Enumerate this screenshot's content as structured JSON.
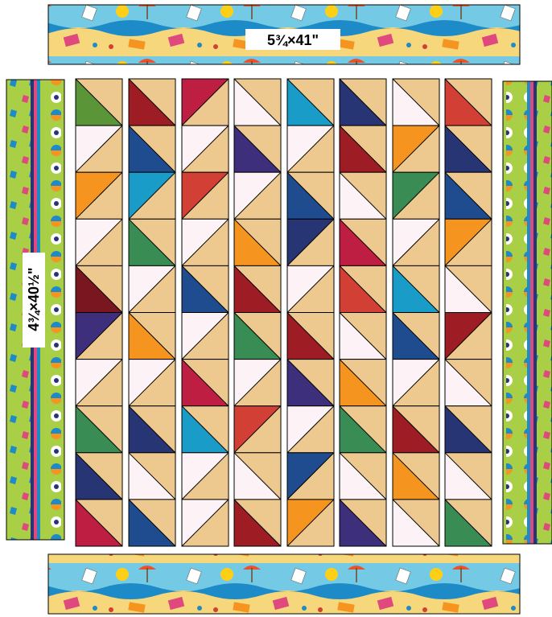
{
  "labels": {
    "top_border": "5¾×41\"",
    "side_border": "4¾×40½\""
  },
  "colors": {
    "tan": "#EDC88F",
    "white": "#FDF3F7",
    "green": "#5A9538",
    "maroon": "#9E1D24",
    "crimson": "#BF1E43",
    "blue": "#1A9CC8",
    "navy": "#283574",
    "red": "#D23F35",
    "orange": "#F5941E",
    "darkblue": "#1E4C8E",
    "purple": "#3E2F7D",
    "kelly": "#3A8C55",
    "wine": "#7A1620",
    "sky": "#74C9E5",
    "sand": "#F7D77B",
    "lime": "#A8CF45",
    "sun": "#FDD017",
    "sea": "#1E8BC9"
  },
  "quilt": {
    "columns": [
      [
        "green",
        "white",
        "orange",
        "white",
        "wine",
        "purple",
        "white",
        "kelly",
        "navy",
        "crimson"
      ],
      [
        "maroon",
        "darkblue",
        "blue",
        "kelly",
        "white",
        "orange",
        "white",
        "navy",
        "white",
        "darkblue"
      ],
      [
        "crimson",
        "white",
        "red",
        "white",
        "darkblue",
        "white",
        "crimson",
        "blue",
        "white",
        "white"
      ],
      [
        "white",
        "purple",
        "white",
        "orange",
        "maroon",
        "kelly",
        "white",
        "red",
        "white",
        "maroon"
      ],
      [
        "blue",
        "white",
        "darkblue",
        "navy",
        "white",
        "maroon",
        "purple",
        "white",
        "darkblue",
        "orange"
      ],
      [
        "navy",
        "maroon",
        "white",
        "crimson",
        "red",
        "white",
        "orange",
        "kelly",
        "white",
        "purple"
      ],
      [
        "white",
        "orange",
        "kelly",
        "white",
        "blue",
        "darkblue",
        "white",
        "maroon",
        "orange",
        "white"
      ],
      [
        "red",
        "navy",
        "darkblue",
        "orange",
        "white",
        "maroon",
        "white",
        "navy",
        "white",
        "kelly"
      ]
    ],
    "diagonal": [
      [
        "up",
        "down",
        "down",
        "down",
        "up",
        "down",
        "down",
        "up",
        "up",
        "up"
      ],
      [
        "up",
        "up",
        "down",
        "up",
        "down",
        "up",
        "down",
        "up",
        "up",
        "up"
      ],
      [
        "down",
        "down",
        "down",
        "down",
        "up",
        "down",
        "up",
        "up",
        "down",
        "down"
      ],
      [
        "up",
        "up",
        "down",
        "up",
        "up",
        "up",
        "down",
        "down",
        "up",
        "up"
      ],
      [
        "up",
        "down",
        "up",
        "down",
        "down",
        "up",
        "up",
        "down",
        "down",
        "down"
      ],
      [
        "up",
        "up",
        "up",
        "up",
        "up",
        "up",
        "up",
        "up",
        "up",
        "up"
      ],
      [
        "up",
        "down",
        "down",
        "down",
        "up",
        "up",
        "down",
        "up",
        "up",
        "up"
      ],
      [
        "up",
        "up",
        "up",
        "down",
        "up",
        "down",
        "up",
        "up",
        "up",
        "up"
      ]
    ]
  }
}
